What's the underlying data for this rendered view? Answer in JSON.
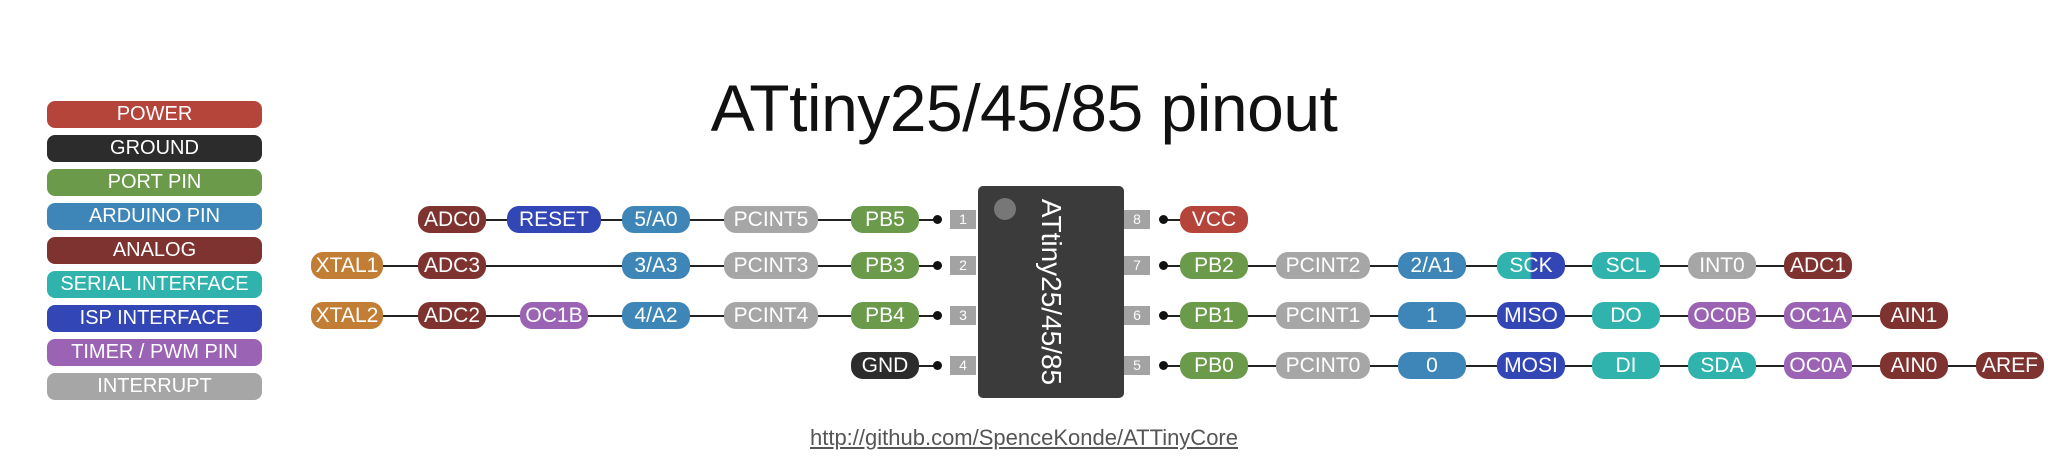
{
  "title": "ATtiny25/45/85 pinout",
  "url": "http://github.com/SpenceKonde/ATTinyCore",
  "chip": {
    "label": "ATtiny25/45/85"
  },
  "colors": {
    "power": "#b5443b",
    "ground": "#2c2c2c",
    "port": "#6a9a4a",
    "arduino": "#3f86b8",
    "analog": "#7e3330",
    "serial": "#2fb3ac",
    "isp": "#3346b6",
    "timer": "#9a63b4",
    "interrupt": "#a6a6a6",
    "xtal": "#c27e34",
    "chip": "#3b3b3b",
    "pin_number": "#a3a3a3"
  },
  "legend": [
    {
      "label": "POWER",
      "color": "#b5443b"
    },
    {
      "label": "GROUND",
      "color": "#2c2c2c"
    },
    {
      "label": "PORT PIN",
      "color": "#6a9a4a"
    },
    {
      "label": "ARDUINO PIN",
      "color": "#3f86b8"
    },
    {
      "label": "ANALOG",
      "color": "#7e3330"
    },
    {
      "label": "SERIAL INTERFACE",
      "color": "#2fb3ac"
    },
    {
      "label": "ISP INTERFACE",
      "color": "#3346b6"
    },
    {
      "label": "TIMER / PWM PIN",
      "color": "#9a63b4"
    },
    {
      "label": "INTERRUPT",
      "color": "#a6a6a6"
    }
  ],
  "pins": {
    "p1": {
      "number": "1",
      "labels": [
        "ADC0",
        "RESET",
        "5/A0",
        "PCINT5",
        "PB5"
      ]
    },
    "p2": {
      "number": "2",
      "labels": [
        "XTAL1",
        "ADC3",
        "3/A3",
        "PCINT3",
        "PB3"
      ]
    },
    "p3": {
      "number": "3",
      "labels": [
        "XTAL2",
        "ADC2",
        "OC1B",
        "4/A2",
        "PCINT4",
        "PB4"
      ]
    },
    "p4": {
      "number": "4",
      "labels": [
        "GND"
      ]
    },
    "p8": {
      "number": "8",
      "labels": [
        "VCC"
      ]
    },
    "p7": {
      "number": "7",
      "labels": [
        "PB2",
        "PCINT2",
        "2/A1",
        "SCK",
        "SCL",
        "INT0",
        "ADC1"
      ]
    },
    "p6": {
      "number": "6",
      "labels": [
        "PB1",
        "PCINT1",
        "1",
        "MISO",
        "DO",
        "OC0B",
        "OC1A",
        "AIN1"
      ]
    },
    "p5": {
      "number": "5",
      "labels": [
        "PB0",
        "PCINT0",
        "0",
        "MOSI",
        "DI",
        "SDA",
        "OC0A",
        "AIN0",
        "AREF"
      ]
    }
  }
}
